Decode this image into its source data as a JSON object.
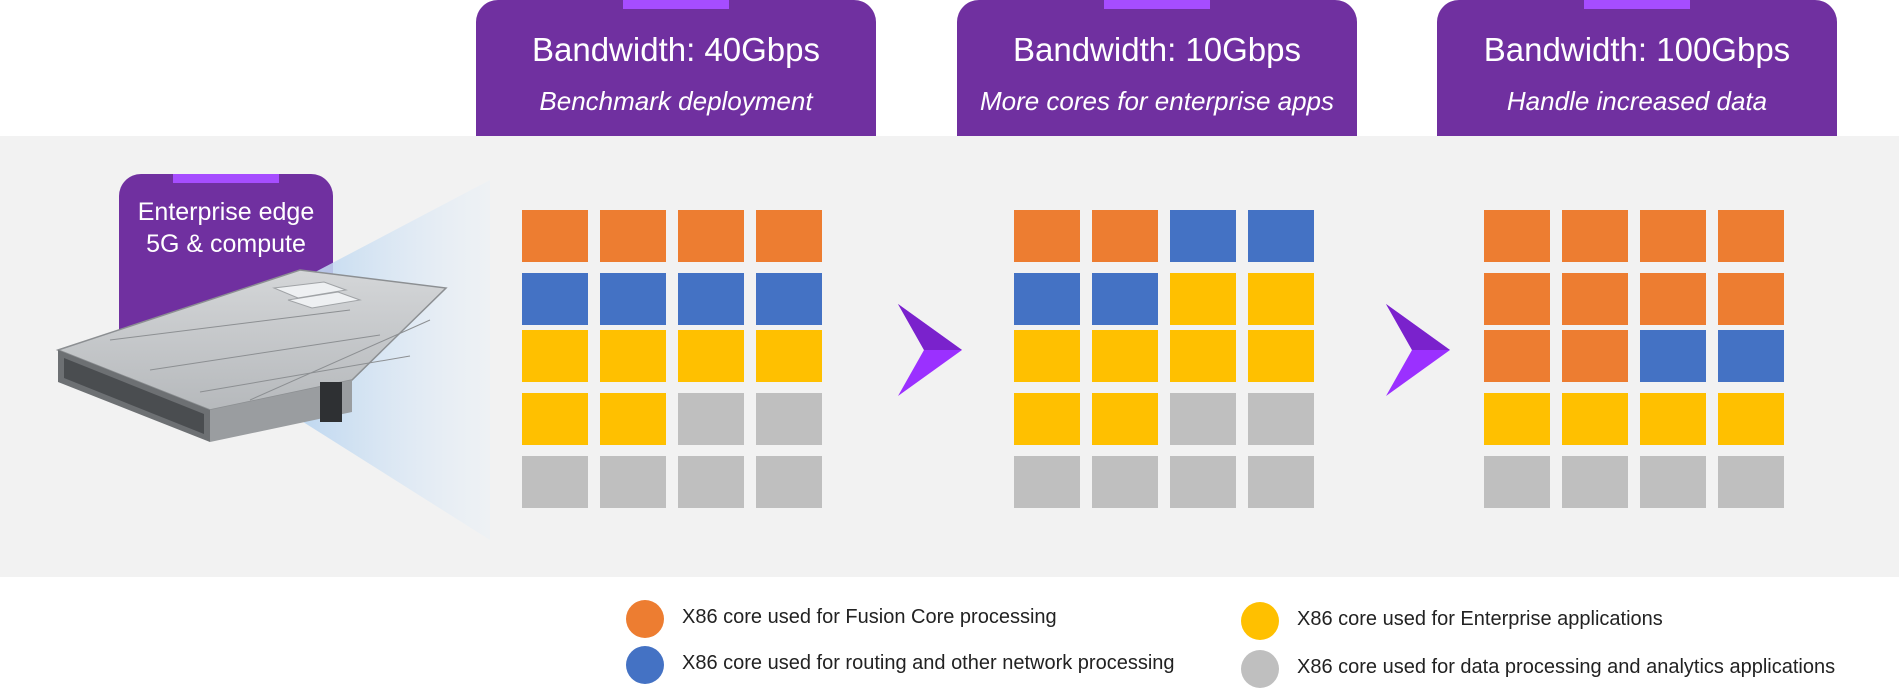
{
  "scenarios": [
    {
      "bandwidth": "Bandwidth: 40Gbps",
      "subtitle": "Benchmark deployment",
      "rows": [
        [
          "fusion",
          "fusion",
          "fusion",
          "fusion"
        ],
        [
          "network",
          "network",
          "network",
          "network"
        ],
        [
          "enterprise",
          "enterprise",
          "enterprise",
          "enterprise"
        ],
        [
          "enterprise",
          "enterprise",
          "analytics",
          "analytics"
        ],
        [
          "analytics",
          "analytics",
          "analytics",
          "analytics"
        ]
      ]
    },
    {
      "bandwidth": "Bandwidth: 10Gbps",
      "subtitle": "More cores for enterprise apps",
      "rows": [
        [
          "fusion",
          "fusion",
          "network",
          "network"
        ],
        [
          "network",
          "network",
          "enterprise",
          "enterprise"
        ],
        [
          "enterprise",
          "enterprise",
          "enterprise",
          "enterprise"
        ],
        [
          "enterprise",
          "enterprise",
          "analytics",
          "analytics"
        ],
        [
          "analytics",
          "analytics",
          "analytics",
          "analytics"
        ]
      ]
    },
    {
      "bandwidth": "Bandwidth: 100Gbps",
      "subtitle": "Handle increased data",
      "rows": [
        [
          "fusion",
          "fusion",
          "fusion",
          "fusion"
        ],
        [
          "fusion",
          "fusion",
          "fusion",
          "fusion"
        ],
        [
          "fusion",
          "fusion",
          "network",
          "network"
        ],
        [
          "enterprise",
          "enterprise",
          "enterprise",
          "enterprise"
        ],
        [
          "analytics",
          "analytics",
          "analytics",
          "analytics"
        ]
      ]
    }
  ],
  "device": {
    "line1": "Enterprise edge",
    "line2": "5G & compute"
  },
  "legend": {
    "fusion": "X86 core used for Fusion Core processing",
    "network": "X86 core used for routing and other network processing",
    "enterprise": "X86 core used for Enterprise applications",
    "analytics": "X86 core used for data processing and analytics applications"
  },
  "colors": {
    "fusion": "#ed7d31",
    "network": "#4472c4",
    "enterprise": "#ffc000",
    "analytics": "#bfbfbf",
    "header": "#7030a0",
    "accent": "#a64dff",
    "arrow": "#9b30ff"
  }
}
